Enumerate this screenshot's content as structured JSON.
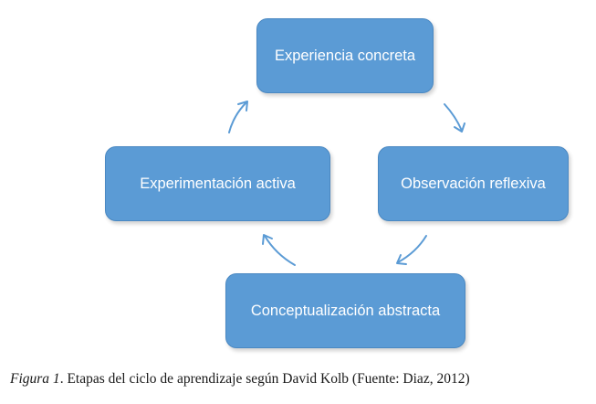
{
  "diagram": {
    "nodes": {
      "top": "Experiencia concreta",
      "right": "Observación reflexiva",
      "bottom": "Conceptualización abstracta",
      "left": "Experimentación activa"
    },
    "colors": {
      "node_fill": "#5b9bd5",
      "arrow": "#5b9bd5",
      "text": "#ffffff"
    }
  },
  "caption": {
    "label": "Figura 1",
    "text": ". Etapas del ciclo de aprendizaje según David Kolb (Fuente: Diaz, 2012)"
  }
}
